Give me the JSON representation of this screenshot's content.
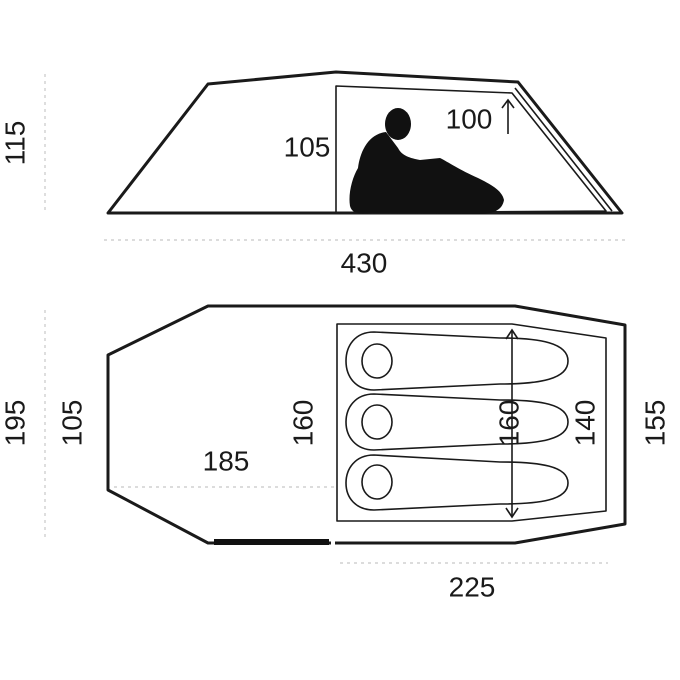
{
  "side_view": {
    "height_label": "115",
    "length_label": "430",
    "inner_height_label": "105",
    "vestibule_height_label": "100"
  },
  "floor_plan": {
    "total_width_label": "195",
    "front_width_label": "105",
    "vestibule_width_label": "160",
    "vestibule_length_label": "185",
    "inner_length_label": "225",
    "inner_head_width_label": "160",
    "inner_foot_width_label": "140",
    "rear_width_label": "155"
  }
}
